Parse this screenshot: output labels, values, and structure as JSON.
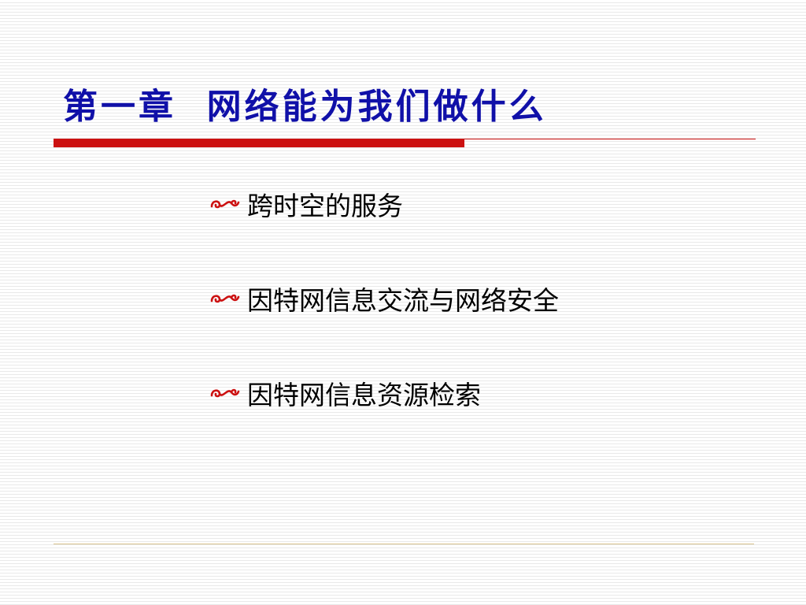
{
  "slide": {
    "title": "第一章  网络能为我们做什么",
    "title_color": "#1010a8",
    "accent_color": "#cc1111",
    "bullet_icon": "swirl-bullet-icon",
    "bullets": [
      {
        "text": "跨时空的服务"
      },
      {
        "text": "因特网信息交流与网络安全"
      },
      {
        "text": "因特网信息资源检索"
      }
    ],
    "footer_rule_color": "#d9c48e"
  }
}
